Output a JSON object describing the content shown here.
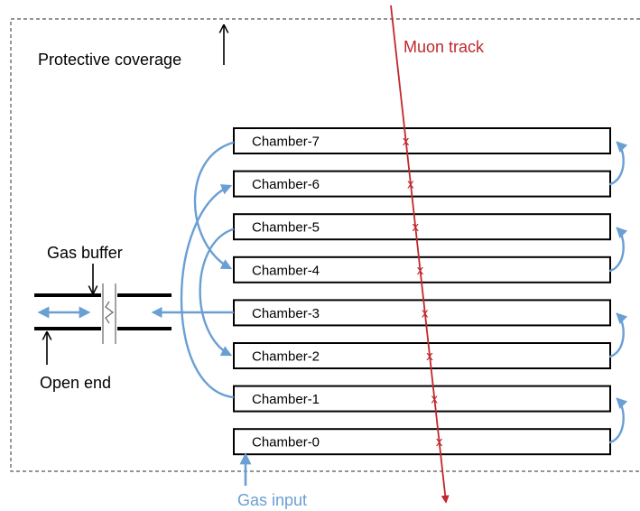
{
  "labels": {
    "protective_coverage": "Protective coverage",
    "muon_track": "Muon track",
    "gas_buffer": "Gas buffer",
    "open_end": "Open end",
    "gas_input": "Gas input"
  },
  "chambers": [
    {
      "label": "Chamber-7"
    },
    {
      "label": "Chamber-6"
    },
    {
      "label": "Chamber-5"
    },
    {
      "label": "Chamber-4"
    },
    {
      "label": "Chamber-3"
    },
    {
      "label": "Chamber-2"
    },
    {
      "label": "Chamber-1"
    },
    {
      "label": "Chamber-0"
    }
  ],
  "track_marker": "x",
  "colors": {
    "muon": "#c0282d",
    "gas": "#6a9fd4",
    "chamber_border": "#000000",
    "coverage_border": "#555555",
    "text": "#000000"
  }
}
